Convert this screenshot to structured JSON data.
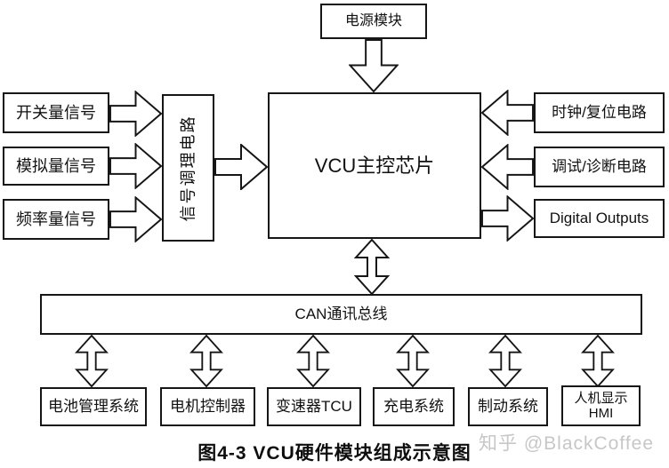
{
  "diagram": {
    "power_module": "电源模块",
    "vcu_chip": "VCU主控芯片",
    "signal_conditioning": "信号调理电路",
    "inputs": [
      "开关量信号",
      "模拟量信号",
      "频率量信号"
    ],
    "right_modules": [
      {
        "label": "时钟/复位电路",
        "direction": "into-vcu"
      },
      {
        "label": "调试/诊断电路",
        "direction": "into-vcu"
      },
      {
        "label": "Digital Outputs",
        "direction": "out-of-vcu"
      }
    ],
    "can_bus": "CAN通讯总线",
    "subsystems": [
      {
        "lines": [
          "电池管理系统"
        ]
      },
      {
        "lines": [
          "电机控制器"
        ]
      },
      {
        "lines": [
          "变速器TCU"
        ]
      },
      {
        "lines": [
          "充电系统"
        ]
      },
      {
        "lines": [
          "制动系统"
        ]
      },
      {
        "lines": [
          "人机显示",
          "HMI"
        ]
      }
    ],
    "caption": "图4-3  VCU硬件模块组成示意图",
    "watermark": {
      "brand": "知乎",
      "handle": "@BlackCoffee"
    }
  }
}
